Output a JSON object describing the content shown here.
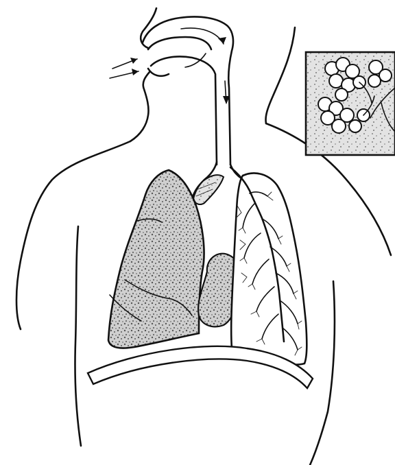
{
  "diagram": {
    "structures": [
      "outline-body",
      "nasal-passage",
      "airflow-arrows",
      "trachea",
      "bronchus",
      "left-lung-shaded",
      "heart",
      "right-lung-bronchial-tree",
      "diaphragm",
      "alveoli-inset"
    ],
    "colors": {
      "ink": "#111111",
      "stipple": "#8a8a8a",
      "background": "#ffffff"
    }
  }
}
